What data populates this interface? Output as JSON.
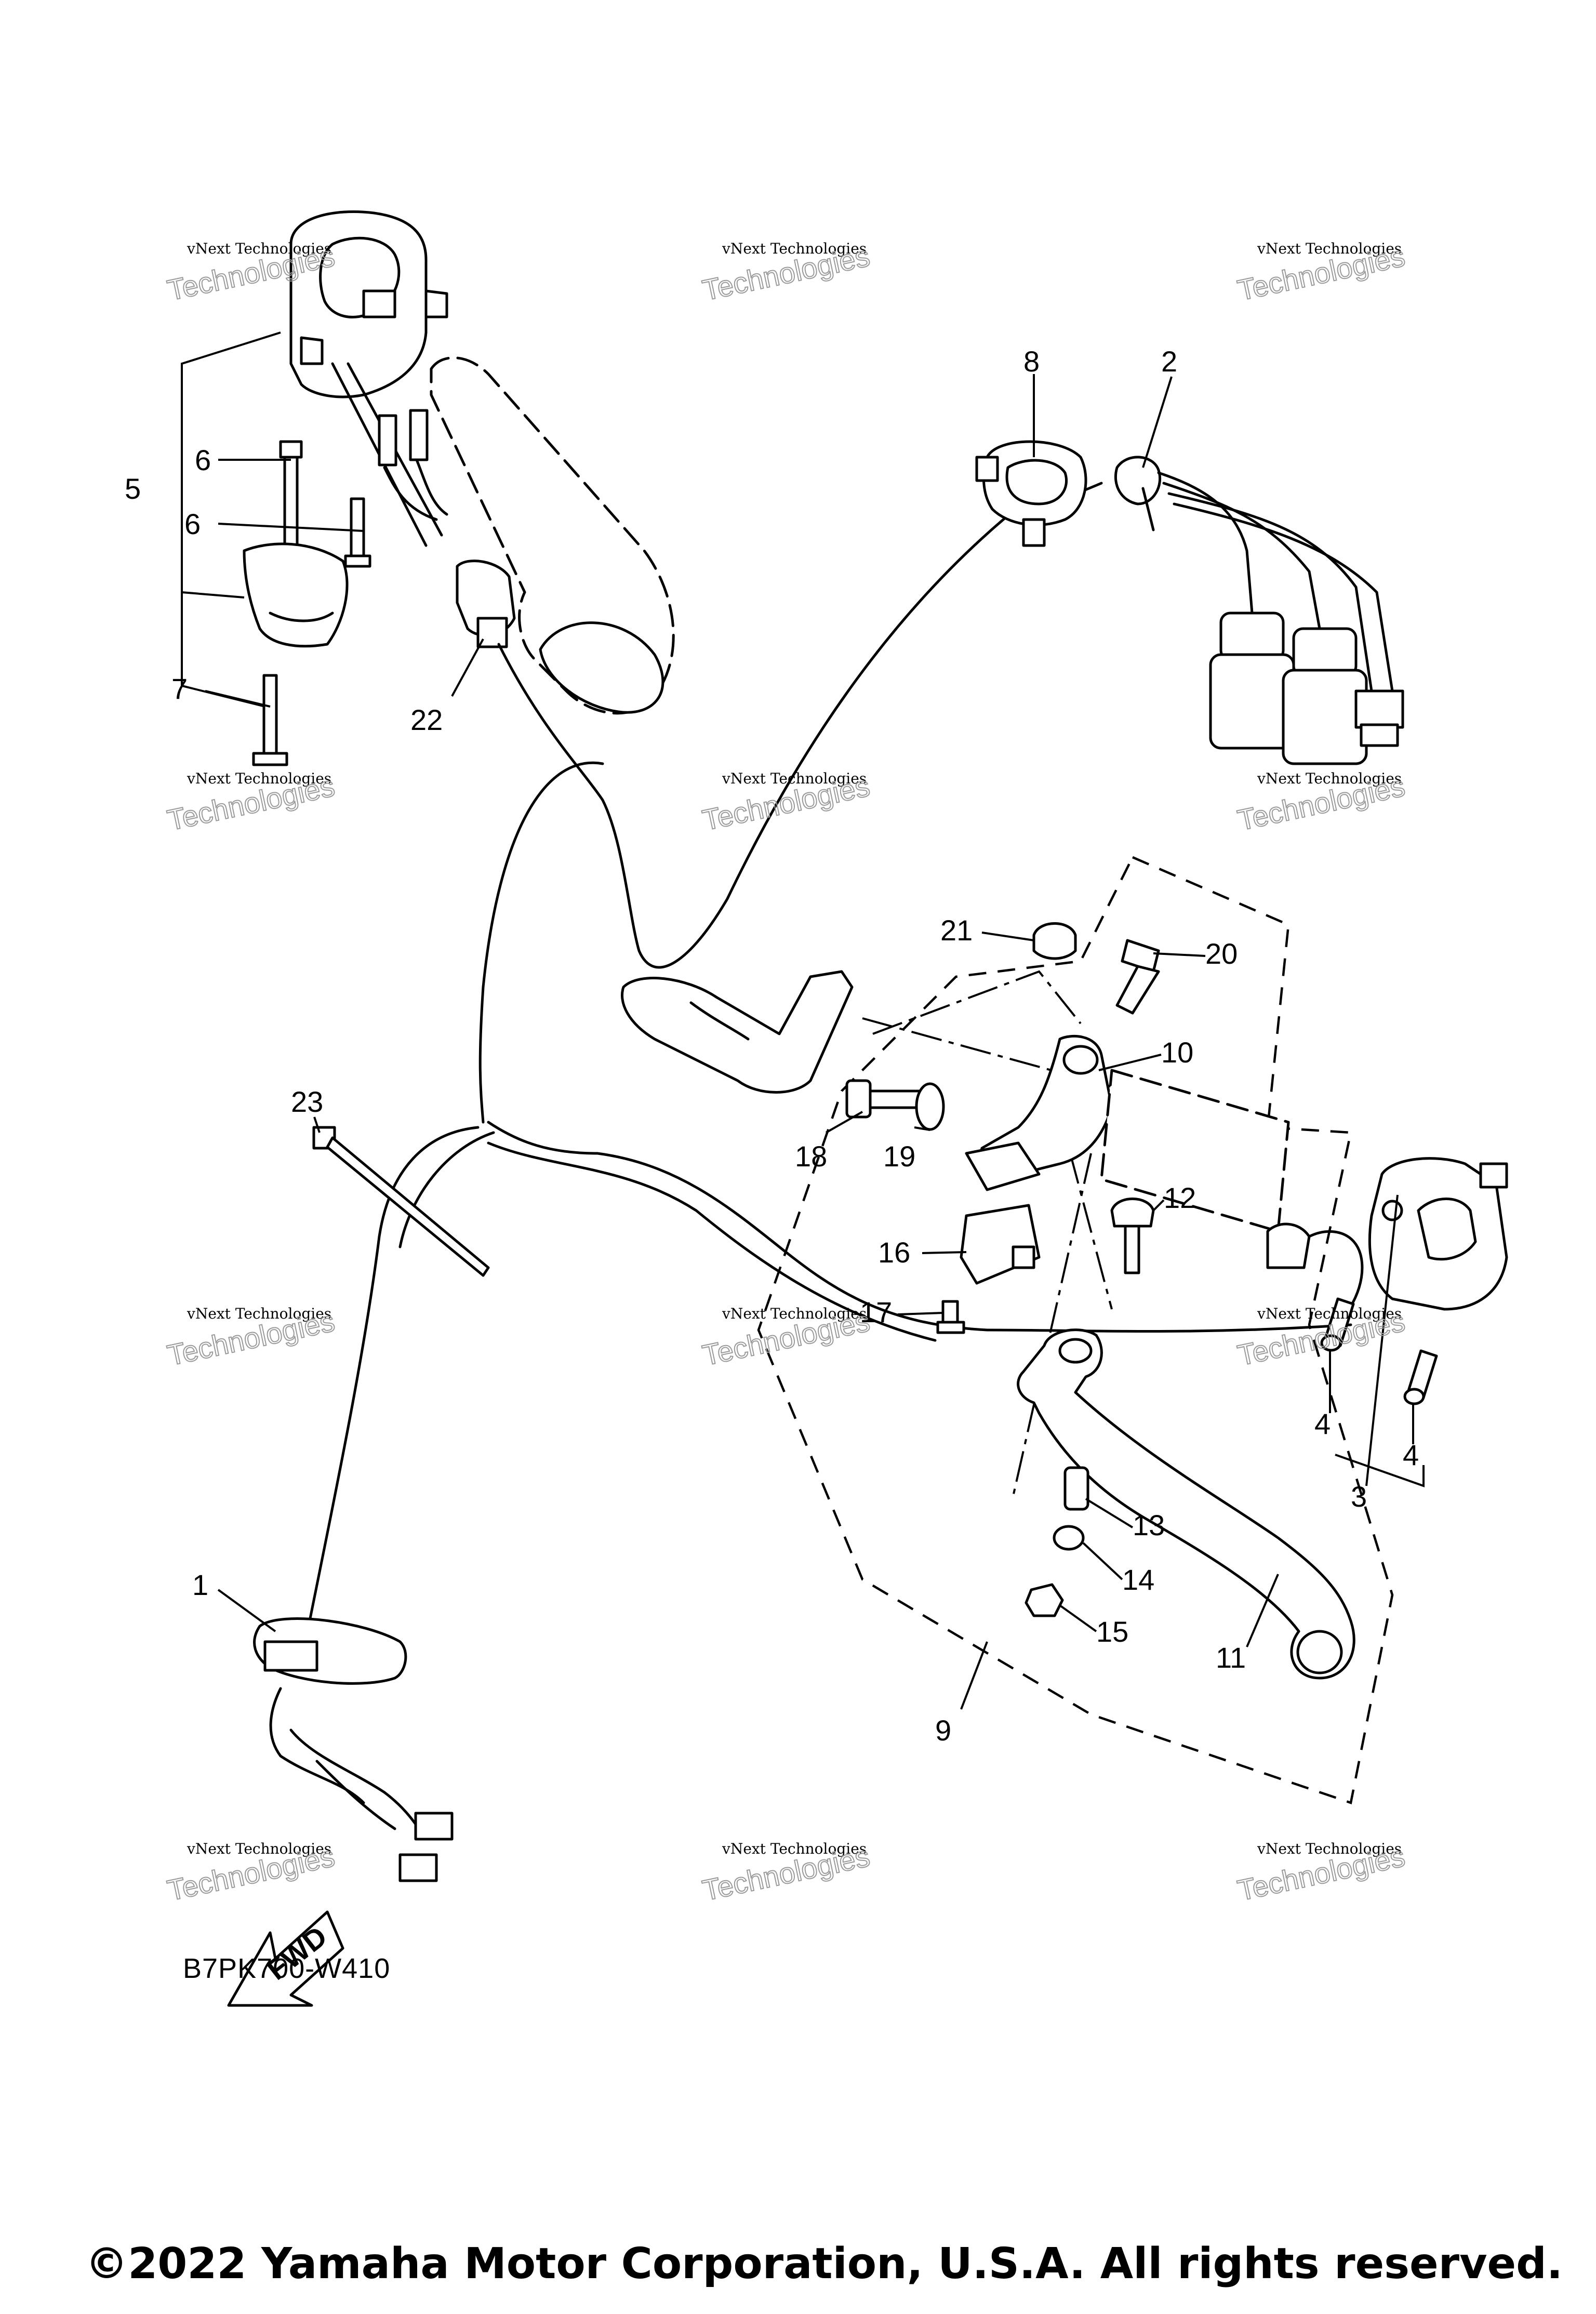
{
  "diagram": {
    "figure_code": "B7PK700-W410",
    "copyright": "©2022 Yamaha Motor Corporation, U.S.A. All rights reserved.",
    "fwd_label": "FWD",
    "watermark": {
      "line1": "vNext Technologies",
      "line2": "Technologies"
    },
    "callouts": [
      "1",
      "2",
      "3",
      "4",
      "4",
      "5",
      "6",
      "6",
      "7",
      "8",
      "9",
      "10",
      "11",
      "12",
      "13",
      "14",
      "15",
      "16",
      "17",
      "18",
      "19",
      "20",
      "21",
      "22",
      "23"
    ]
  },
  "colors": {
    "ink": "#000000",
    "paper": "#ffffff",
    "watermark": "#9a9a9a"
  }
}
